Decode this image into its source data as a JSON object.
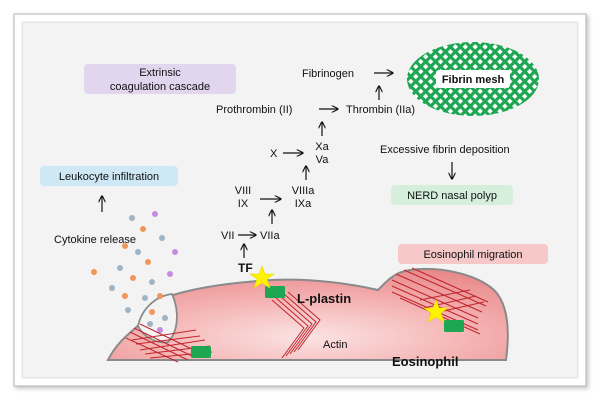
{
  "labels": {
    "extrinsic_line1": "Extrinsic",
    "extrinsic_line2": "coagulation cascade",
    "fibrinogen": "Fibrinogen",
    "fibrin_mesh": "Fibrin mesh",
    "prothrombin": "Prothrombin (II)",
    "thrombin": "Thrombin (IIa)",
    "xa": "Xa",
    "va": "Va",
    "x": "X",
    "excessive": "Excessive fibrin deposition",
    "leukocyte": "Leukocyte infiltration",
    "viii": "VIII",
    "ix": "IX",
    "viiia": "VIIIa",
    "ixa": "IXa",
    "nerd": "NERD nasal polyp",
    "cytokine": "Cytokine release",
    "vii": "VII",
    "viia": "VIIa",
    "eos_migration": "Eosinophil migration",
    "tf": "TF",
    "lplastin": "L-plastin",
    "actin": "Actin",
    "eosinophil": "Eosinophil"
  },
  "colors": {
    "extrinsic_box": "#e2d5ee",
    "leukocyte_box": "#cfe8f6",
    "nerd_box": "#d6efdd",
    "eos_box": "#f6c8c8",
    "mesh": "#1fa653",
    "cell_fill": "#f19b9b",
    "receptor": "#1fa653",
    "star": "#fff200",
    "actin": "#c0262d",
    "dot_blue": "#9fb4c4",
    "dot_orange": "#f0965a",
    "dot_purple": "#c78ae0"
  }
}
